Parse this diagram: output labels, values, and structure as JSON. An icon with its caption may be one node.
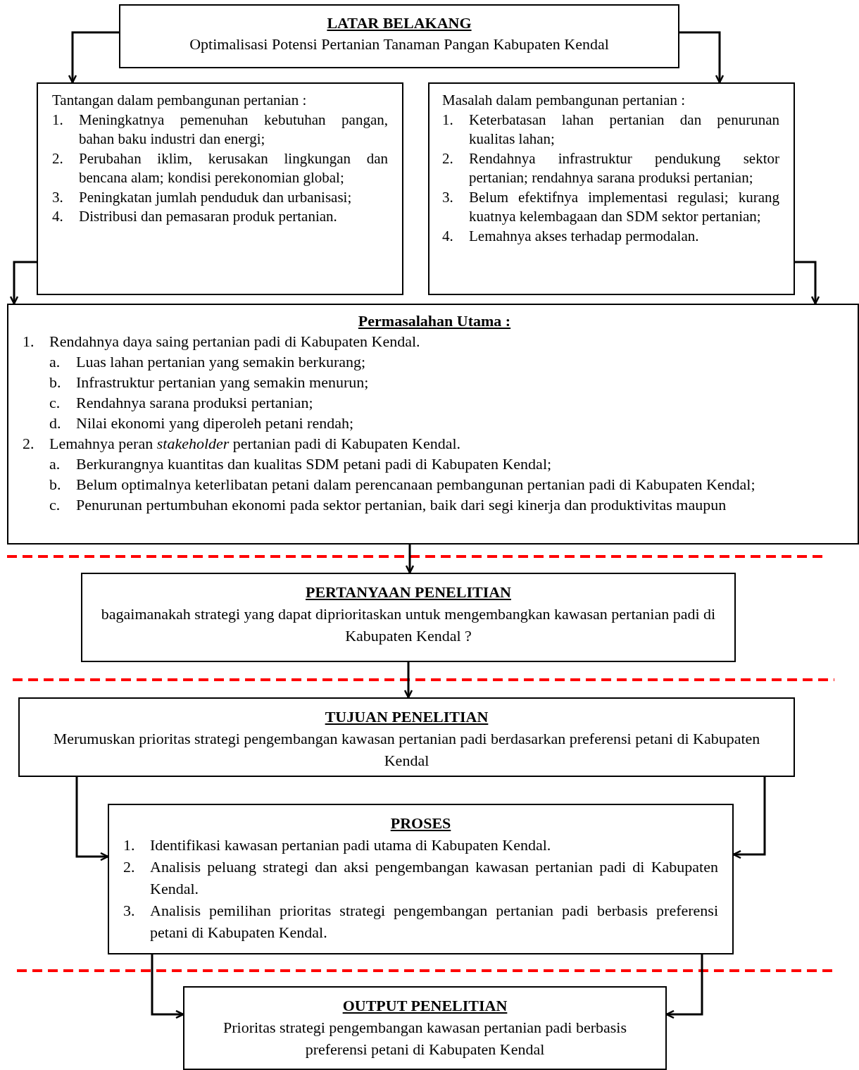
{
  "diagram": {
    "nodes": [
      {
        "text": [
          "LATAR BELAKANG",
          "Optimalisasi Potensi Pertanian Tanaman Pangan Kabupaten Kendal"
        ]
      },
      {
        "text": [
          "Tantangan dalam pembangunan pertanian :",
          "1. Meningkatnya pemenuhan kebutuhan pangan, bahan baku industri dan energi;",
          "2. Perubahan iklim, kerusakan lingkungan dan bencana alam; kondisi perekonomian global;",
          "3. Peningkatan jumlah penduduk dan urbanisasi;",
          "4. Distribusi dan pemasaran produk pertanian."
        ]
      },
      {
        "text": [
          "Masalah dalam pembangunan pertanian :",
          "1. Keterbatasan lahan pertanian dan penurunan kualitas lahan;",
          "2. Rendahnya infrastruktur pendukung sektor pertanian; rendahnya sarana produksi pertanian;",
          "3. Belum efektifnya implementasi regulasi; kurang kuatnya kelembagaan dan SDM sektor pertanian;",
          "4. Lemahnya akses terhadap permodalan."
        ]
      },
      {
        "text": [
          "Permasalahan Utama :",
          "1. Rendahnya daya saing pertanian padi di Kabupaten Kendal.",
          "a. Luas lahan pertanian yang semakin berkurang;",
          "b. Infrastruktur pertanian yang semakin menurun;",
          "c. Rendahnya sarana produksi pertanian;",
          "d. Nilai ekonomi yang diperoleh petani rendah;",
          "2. Lemahnya peran *stakeholder* pertanian padi di Kabupaten Kendal.",
          "a. Berkurangnya kuantitas dan kualitas SDM petani padi di Kabupaten Kendal;",
          "b. Belum optimalnya keterlibatan petani dalam perencanaan pembangunan pertanian padi di Kabupaten Kendal;",
          "c. Penurunan pertumbuhan ekonomi pada sektor pertanian, baik dari segi kinerja dan produktivitas maupun"
        ]
      },
      {
        "text": [
          "PERTANYAAN PENELITIAN",
          "bagaimanakah strategi yang dapat diprioritaskan untuk mengembangkan kawasan pertanian padi di Kabupaten Kendal ?"
        ]
      },
      {
        "text": [
          "TUJUAN PENELITIAN",
          "Merumuskan prioritas strategi pengembangan kawasan pertanian padi berdasarkan preferensi petani di Kabupaten Kendal"
        ]
      },
      {
        "text": [
          "PROSES",
          "1. Identifikasi kawasan pertanian padi utama di Kabupaten Kendal.",
          "2. Analisis peluang strategi dan aksi pengembangan kawasan pertanian padi di Kabupaten Kendal.",
          "3. Analisis pemilihan prioritas strategi pengembangan pertanian padi berbasis preferensi petani di Kabupaten Kendal."
        ]
      },
      {
        "text": [
          "OUTPUT PENELITIAN",
          "Prioritas strategi pengembangan kawasan pertanian padi berbasis preferensi petani di Kabupaten Kendal"
        ]
      }
    ],
    "edges": [
      {
        "from": 0,
        "to": 1,
        "arrow": "to"
      },
      {
        "from": 0,
        "to": 2,
        "arrow": "to"
      },
      {
        "from": 1,
        "to": 3,
        "arrow": "to"
      },
      {
        "from": 2,
        "to": 3,
        "arrow": "to"
      },
      {
        "from": 3,
        "to": 4,
        "arrow": "to"
      },
      {
        "from": 4,
        "to": 5,
        "arrow": "to"
      },
      {
        "from": 5,
        "to": 6,
        "arrow": "to"
      },
      {
        "from": 5,
        "to": 6,
        "arrow": "to"
      },
      {
        "from": 6,
        "to": 7,
        "arrow": "to"
      },
      {
        "from": 6,
        "to": 7,
        "arrow": "to"
      }
    ]
  }
}
